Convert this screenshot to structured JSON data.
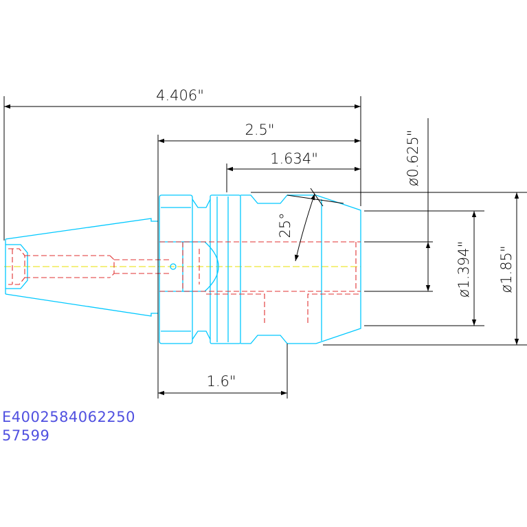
{
  "dimensions": {
    "overall_length": "4.406\"",
    "body_length": "2.5\"",
    "nose_length": "1.634\"",
    "taper_angle": "25°",
    "bore_diameter": "ø0.625\"",
    "inner_diameter": "ø1.394\"",
    "outer_diameter": "ø1.85\"",
    "gauge_length": "1.6\""
  },
  "labels": {
    "part_code": "E4002584062250",
    "part_number": "57599"
  },
  "colors": {
    "outline": "#00c8ff",
    "hidden": "#e03030",
    "centerline": "#e8e000",
    "dimension": "#000000",
    "code_text": "#5050e0"
  }
}
